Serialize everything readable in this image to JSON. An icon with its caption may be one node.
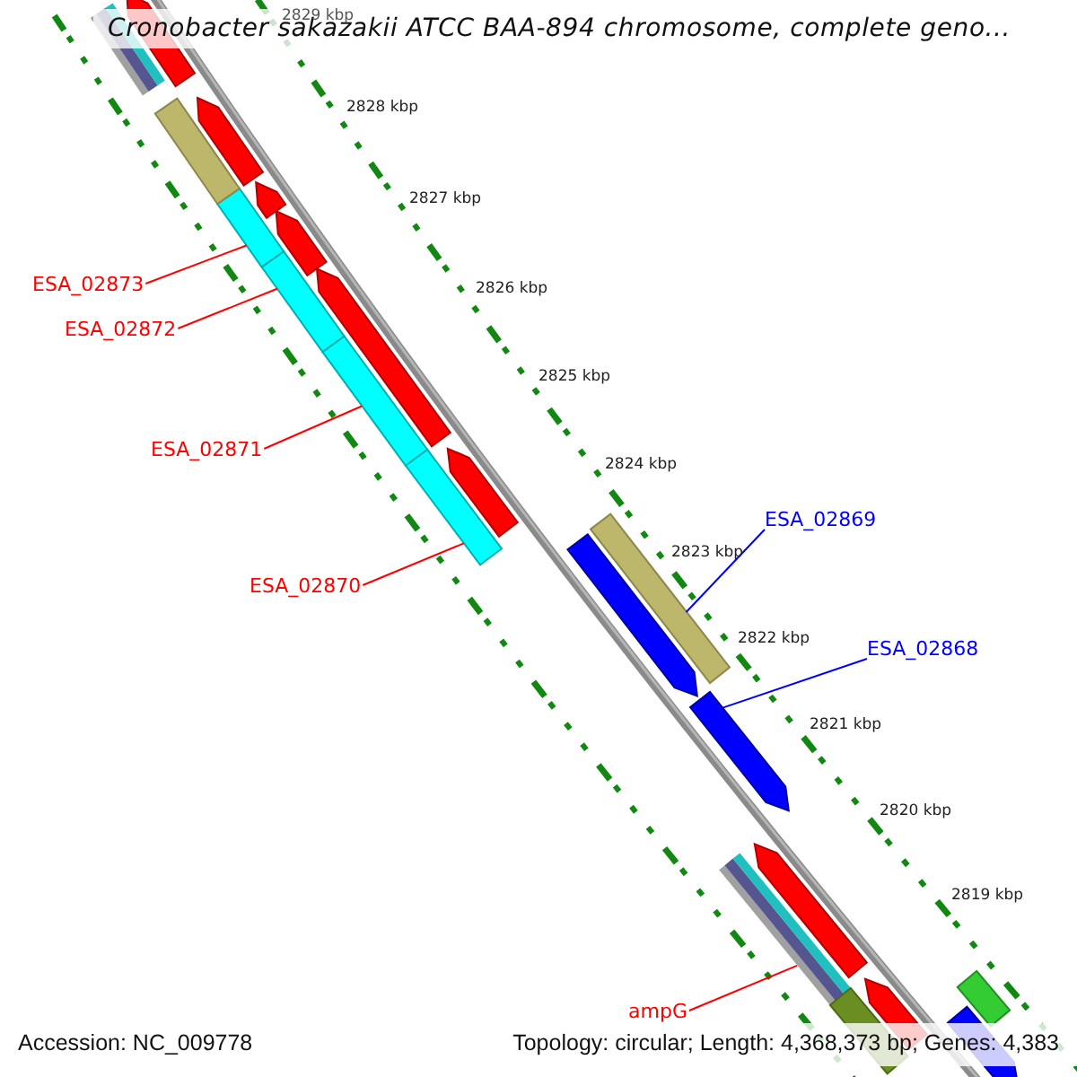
{
  "diagram": {
    "title": "Cronobacter sakazakii ATCC BAA-894 chromosome, complete geno...",
    "nodes": [
      {
        "text": [
          "ESA_02873"
        ]
      },
      {
        "text": [],
        "shape": "bar"
      },
      {
        "text": [
          "ESA_02872"
        ]
      },
      {
        "text": [],
        "shape": "bar"
      },
      {
        "text": [
          "ESA_02871"
        ]
      },
      {
        "text": [],
        "shape": "bar"
      },
      {
        "text": [
          "ESA_02870"
        ]
      },
      {
        "text": [],
        "shape": "bar"
      },
      {
        "text": [
          "ESA_02869"
        ]
      },
      {
        "text": [],
        "shape": "bar"
      },
      {
        "text": [
          "ESA_02868"
        ]
      },
      {
        "text": [],
        "shape": "bar"
      },
      {
        "text": [
          "ampG"
        ]
      },
      {
        "text": [],
        "shape": "bar"
      },
      {
        "text": [],
        "shape": "bar"
      },
      {
        "text": [],
        "shape": "bar"
      },
      {
        "text": [],
        "shape": "bar"
      },
      {
        "text": [],
        "shape": "bar"
      },
      {
        "text": [],
        "shape": "bar"
      },
      {
        "text": [],
        "shape": "bar"
      },
      {
        "text": [],
        "shape": "bar"
      },
      {
        "text": [],
        "shape": "bar"
      },
      {
        "text": [],
        "shape": "bar"
      },
      {
        "text": [],
        "shape": "bar"
      },
      {
        "text": [],
        "shape": "bar"
      },
      {
        "text": [],
        "shape": "bar"
      },
      {
        "text": [],
        "shape": "bar"
      },
      {
        "text": [],
        "shape": "bar"
      }
    ],
    "edges": [
      {
        "from": 0,
        "to": 1,
        "arrow": "none"
      },
      {
        "from": 2,
        "to": 3,
        "arrow": "none"
      },
      {
        "from": 4,
        "to": 5,
        "arrow": "none"
      },
      {
        "from": 6,
        "to": 7,
        "arrow": "none"
      },
      {
        "from": 8,
        "to": 9,
        "arrow": "none",
        "color": "#0000ff"
      },
      {
        "from": 10,
        "to": 11,
        "arrow": "none",
        "color": "#0000ff"
      },
      {
        "from": 12,
        "to": 13,
        "arrow": "none"
      }
    ],
    "labels": [
      "2829 kbp",
      "2828 kbp",
      "2827 kbp",
      "2826 kbp",
      "2825 kbp",
      "2824 kbp",
      "2823 kbp",
      "2822 kbp",
      "2821 kbp",
      "2820 kbp",
      "2819 kbp",
      "Accession: NC_009778",
      "Topology: circular; Length: 4,368,373 bp; Genes: 4,383"
    ]
  }
}
